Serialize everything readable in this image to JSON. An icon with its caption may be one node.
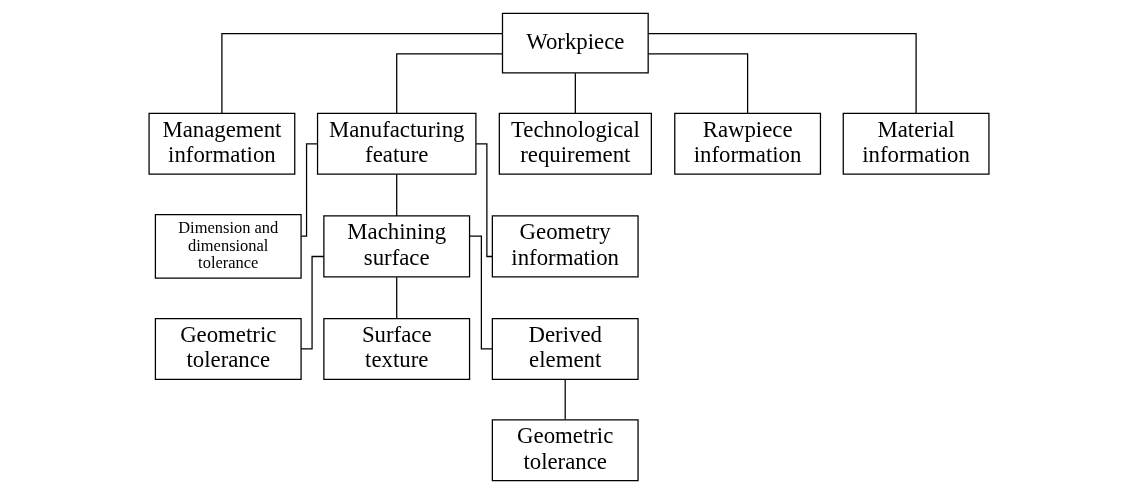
{
  "diagram": {
    "nodes": [
      {
        "text": [
          "Workpiece"
        ]
      },
      {
        "text": [
          "Management information"
        ]
      },
      {
        "text": [
          "Manufacturing feature"
        ]
      },
      {
        "text": [
          "Technological requirement"
        ]
      },
      {
        "text": [
          "Rawpiece information"
        ]
      },
      {
        "text": [
          "Material information"
        ]
      },
      {
        "text": [
          "Dimension and dimensional tolerance"
        ]
      },
      {
        "text": [
          "Machining surface"
        ]
      },
      {
        "text": [
          "Geometry information"
        ]
      },
      {
        "text": [
          "Geometric tolerance"
        ]
      },
      {
        "text": [
          "Surface texture"
        ]
      },
      {
        "text": [
          "Derived element"
        ]
      },
      {
        "text": [
          "Geometric tolerance"
        ]
      }
    ],
    "edges": [
      {
        "from": 0,
        "to": 1,
        "arrow": "none"
      },
      {
        "from": 0,
        "to": 2,
        "arrow": "none"
      },
      {
        "from": 0,
        "to": 3,
        "arrow": "none"
      },
      {
        "from": 0,
        "to": 4,
        "arrow": "none"
      },
      {
        "from": 0,
        "to": 5,
        "arrow": "none"
      },
      {
        "from": 2,
        "to": 6,
        "arrow": "none"
      },
      {
        "from": 2,
        "to": 7,
        "arrow": "none"
      },
      {
        "from": 2,
        "to": 8,
        "arrow": "none"
      },
      {
        "from": 7,
        "to": 9,
        "arrow": "none"
      },
      {
        "from": 7,
        "to": 10,
        "arrow": "none"
      },
      {
        "from": 7,
        "to": 11,
        "arrow": "none"
      },
      {
        "from": 11,
        "to": 12,
        "arrow": "none"
      }
    ]
  }
}
